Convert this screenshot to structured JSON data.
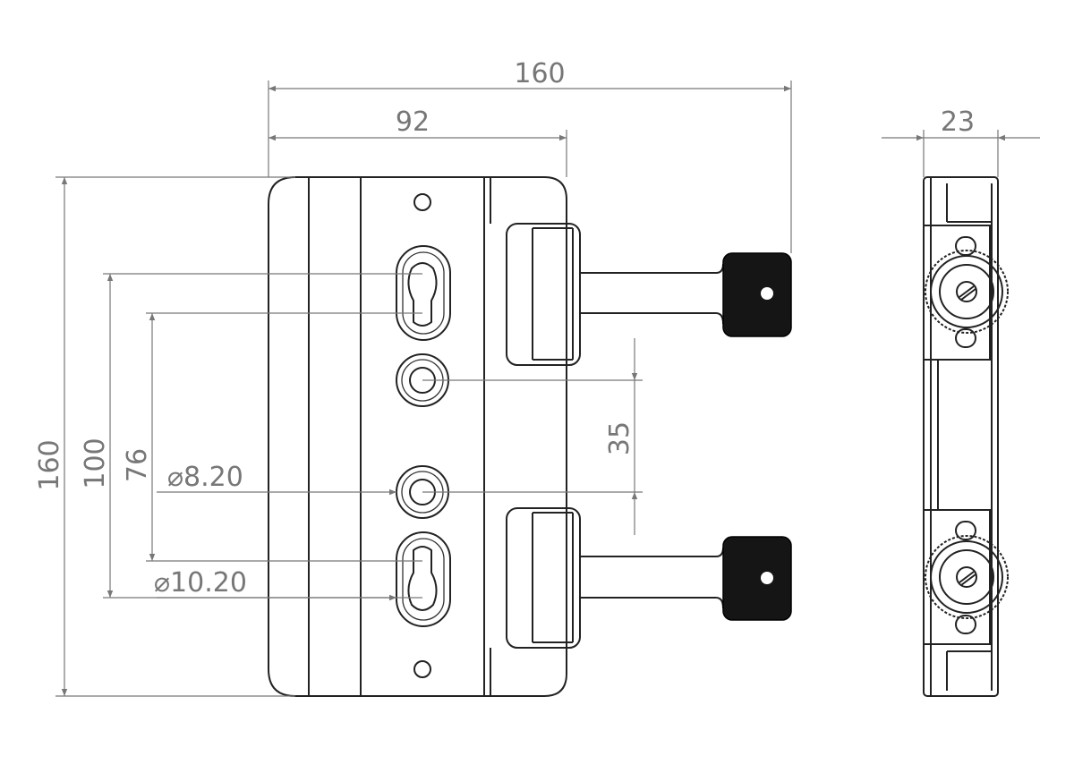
{
  "dimensions": {
    "overall_width": "160",
    "plate_width": "92",
    "side_depth": "23",
    "overall_height": "160",
    "slot_spacing": "100",
    "slot_spacing_inner": "76",
    "hole_spacing": "35",
    "hole_diameter": "⌀8.20",
    "slot_diameter": "⌀10.20"
  },
  "colors": {
    "line": "#222222",
    "dimension": "#777777",
    "knob": "#151515"
  }
}
